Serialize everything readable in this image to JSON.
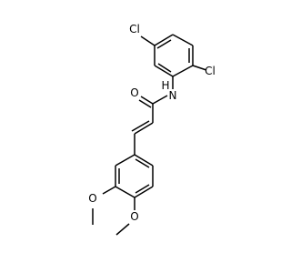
{
  "molecule": {
    "atoms": {
      "cl_top": {
        "label": "Cl",
        "color": "#000000"
      },
      "cl_right": {
        "label": "Cl",
        "color": "#000000"
      },
      "n_h": {
        "label": "H",
        "color": "#000000"
      },
      "n": {
        "label": "N",
        "color": "#000000"
      },
      "o_carbonyl": {
        "label": "O",
        "color": "#000000"
      },
      "o_methoxy_a": {
        "label": "O",
        "color": "#000000"
      },
      "o_methoxy_b": {
        "label": "O",
        "color": "#000000"
      }
    }
  }
}
